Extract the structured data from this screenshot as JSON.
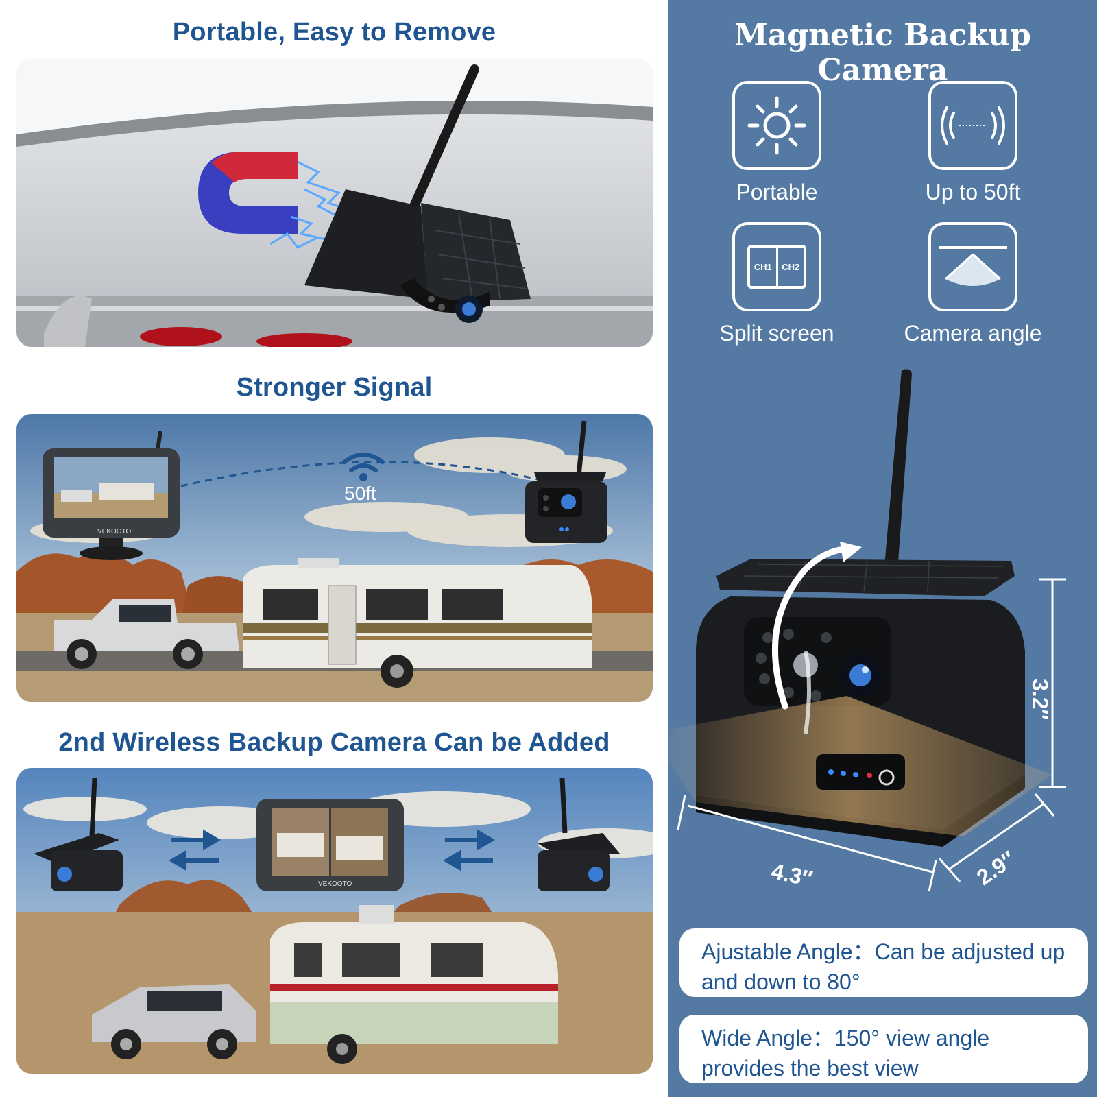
{
  "left": {
    "section1": {
      "title": "Portable, Easy to Remove"
    },
    "section2": {
      "title": "Stronger Signal",
      "distance": "50ft",
      "monitor_brand": "VEKOOTO"
    },
    "section3": {
      "title": "2nd Wireless Backup Camera Can be Added",
      "monitor_brand": "VEKOOTO"
    }
  },
  "right": {
    "title": "Magnetic Backup Camera",
    "features": [
      {
        "label": "Portable",
        "icon": "sun-icon"
      },
      {
        "label": "Up to 50ft",
        "icon": "signal-range-icon"
      },
      {
        "label": "Split screen",
        "icon": "split-screen-icon",
        "ch1": "CH1",
        "ch2": "CH2"
      },
      {
        "label": "Camera angle",
        "icon": "camera-angle-icon"
      }
    ],
    "dimensions": {
      "height": "3.2″",
      "width": "4.3″",
      "depth": "2.9″"
    },
    "info": [
      {
        "heading": "Ajustable Angle：",
        "text": "Can be adjusted up and down to 80°"
      },
      {
        "heading": "Wide Angle：",
        "text": "150° view angle provides the best view"
      }
    ]
  },
  "colors": {
    "title_blue": "#1f5590",
    "panel_blue": "#5479a3",
    "white": "#ffffff"
  }
}
